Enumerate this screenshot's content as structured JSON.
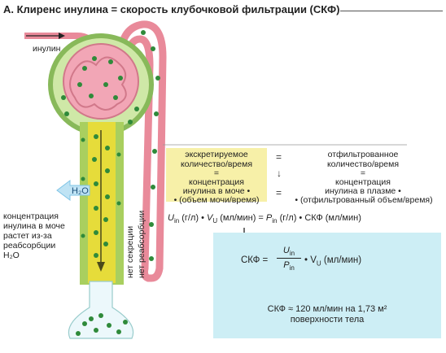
{
  "title": "A. Клиренс инулина = скорость клубочковой фильтрации (СКФ)",
  "labels": {
    "inulin": "инулин",
    "h2o": "H₂O",
    "conc_line1": "концентрация",
    "conc_line2": "инулина в моче",
    "conc_line3": "растет из-за",
    "conc_line4": "реабсорбции",
    "conc_line5": "H₂O",
    "no_secretion": "нет секреции",
    "no_reabsorption": "нет реабсорбции"
  },
  "left_box": {
    "l1": "экскретируемое",
    "l2": "количество/время",
    "eq": "=",
    "l3": "концентрация",
    "l4": "инулина в моче •",
    "l5": "• (объем мочи/время)"
  },
  "right_box": {
    "l1": "отфильтрованное",
    "l2": "количество/время",
    "eq": "=",
    "l3": "концентрация",
    "l4": "инулина в плазме •",
    "l5": "• (отфильтрованный объем/время)"
  },
  "middle_symbols": {
    "eq1": "=",
    "arrow": "↓",
    "eq2": "="
  },
  "formula_line": {
    "u": "U",
    "u_sub": "in",
    "u_unit": "(г/л) •",
    "v": "V",
    "v_sub": "U",
    "v_unit": "(мл/мин) =",
    "p": "P",
    "p_sub": "in",
    "p_unit": "(г/л) • СКФ (мл/мин)"
  },
  "gfr_formula": {
    "lhs": "СКФ =",
    "num": "U",
    "num_sub": "in",
    "den": "P",
    "den_sub": "in",
    "rhs": "• V",
    "rhs_sub": "U",
    "unit": "(мл/мин)"
  },
  "gfr_value": {
    "line1": "СКФ ≈ 120 мл/мин на 1,73 м²",
    "line2": "поверхности тела"
  },
  "colors": {
    "tubule_yellow": "#e6dc3a",
    "tubule_green": "#a9cf5f",
    "capillary_pink": "#e98a9a",
    "dot_green": "#2f8a3a",
    "cyan_box": "#cdeef5",
    "yellow_box": "#f7f0a8",
    "arrow_blue": "#7fc4e6"
  }
}
